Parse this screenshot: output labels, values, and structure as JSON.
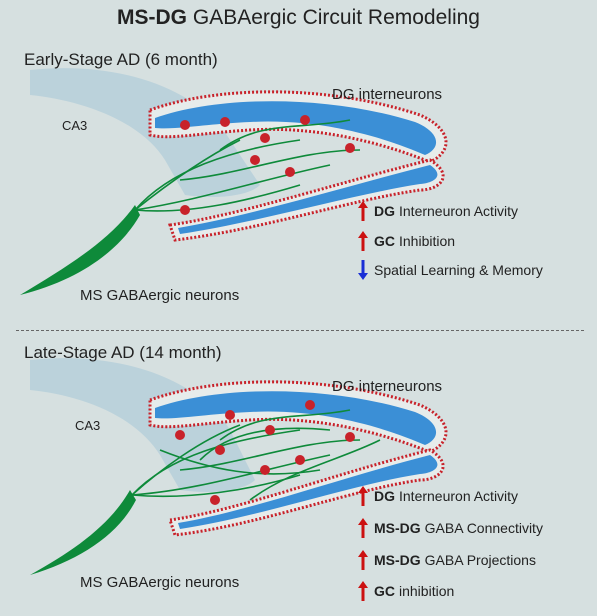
{
  "title": {
    "bold": "MS-DG",
    "rest": "GABAergic Circuit Remodeling"
  },
  "panels": [
    {
      "stage": "Early-Stage AD (6 month)",
      "ca3": "CA3",
      "dg": "DG interneurons",
      "ms": "MS GABAergic neurons",
      "effects": [
        {
          "bold": "DG",
          "text": "Interneuron Activity",
          "dir": "up"
        },
        {
          "bold": "GC",
          "text": "Inhibition",
          "dir": "up"
        },
        {
          "bold": "",
          "text": "Spatial Learning & Memory",
          "dir": "down"
        }
      ]
    },
    {
      "stage": "Late-Stage  AD (14 month)",
      "ca3": "CA3",
      "dg": "DG interneurons",
      "ms": "MS GABAergic neurons",
      "effects": [
        {
          "bold": "DG",
          "text": "Interneuron Activity",
          "dir": "up"
        },
        {
          "bold": "MS-DG",
          "text": "GABA Connectivity",
          "dir": "up"
        },
        {
          "bold": "MS-DG",
          "text": "GABA Projections",
          "dir": "up"
        },
        {
          "bold": "GC",
          "text": "inhibition",
          "dir": "up"
        }
      ]
    }
  ],
  "colors": {
    "up": "#cc1111",
    "down": "#1a2fd6",
    "neuron": "#0e8a3a",
    "dg": "#3b8fd6",
    "ca3": "#b8d0da"
  }
}
